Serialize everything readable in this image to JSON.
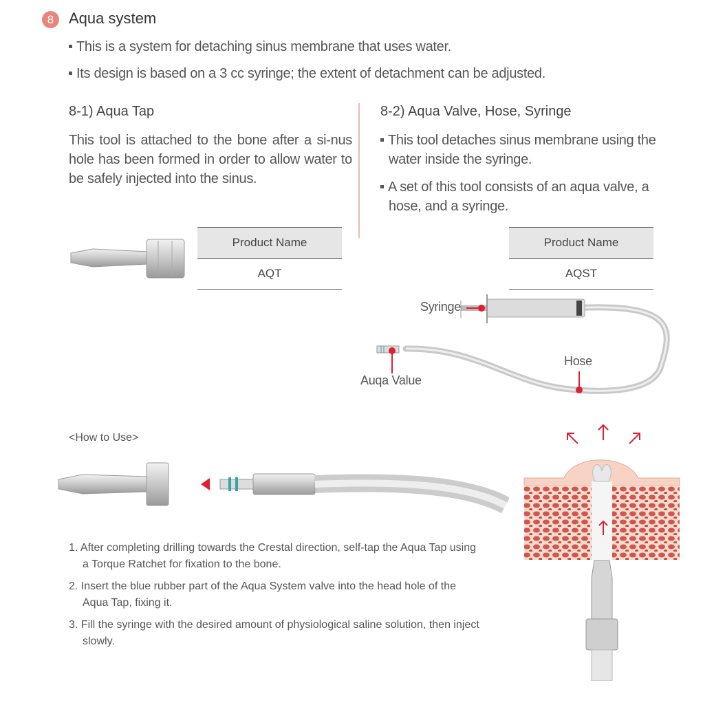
{
  "section": {
    "number": "8",
    "title": "Aqua system"
  },
  "intro_bullets": [
    "This is a system for detaching sinus membrane that uses water.",
    "Its design is based on a 3 cc syringe; the extent of detachment can be adjusted."
  ],
  "aqua_tap": {
    "heading": "8-1) Aqua Tap",
    "description": "This tool is attached to the bone after a si-nus hole has been formed in order to allow water to be safely injected into the sinus.",
    "table": {
      "header": "Product Name",
      "value": "AQT"
    }
  },
  "aqua_valve": {
    "heading": "8-2) Aqua Valve, Hose, Syringe",
    "bullets": [
      "This tool detaches sinus membrane using the water inside the syringe.",
      "A set of this tool consists of an aqua valve, a hose, and a syringe."
    ],
    "table": {
      "header": "Product Name",
      "value": "AQST"
    },
    "labels": {
      "syringe": "Syringe",
      "hose": "Hose",
      "valve": "Auqa Value"
    }
  },
  "how_to_use": {
    "heading": "<How to Use>",
    "steps": [
      "1. After completing drilling towards the Crestal direction, self-tap the Aqua Tap using a Torque Ratchet for fixation to the bone.",
      "2. Insert the blue rubber part of the Aqua System valve into the head hole of the Aqua Tap, fixing it.",
      "3. Fill the syringe with the desired amount of physiological saline solution, then inject slowly."
    ]
  },
  "colors": {
    "accent": "#e8867c",
    "marker": "#e0202e",
    "divider": "#f0b8b0"
  }
}
